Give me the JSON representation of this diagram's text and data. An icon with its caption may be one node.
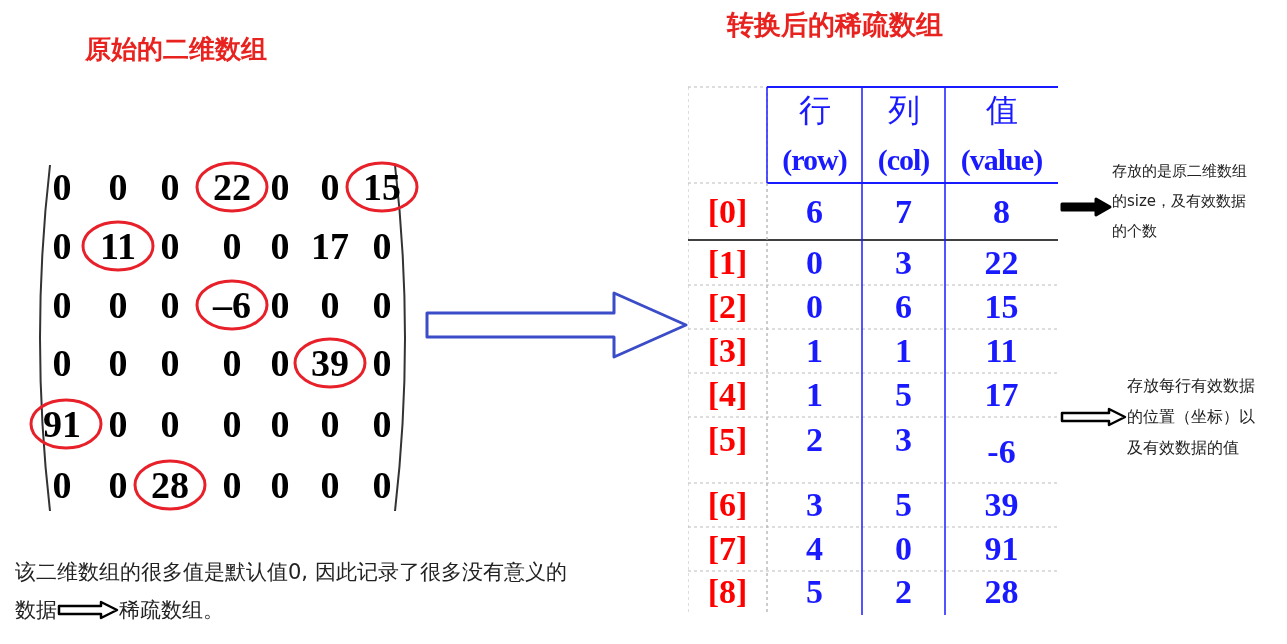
{
  "diagram": {
    "nodes": [
      {
        "text": [
          "原始的二维数组"
        ]
      },
      {
        "text": [
          "转换后的稀疏数组"
        ]
      },
      {
        "text": [
          "存放的是原二维数组的size，及有效数据的个数"
        ]
      },
      {
        "text": [
          "存放每行有效数据的位置（坐标）以及有效数据的值"
        ]
      },
      {
        "text": [
          "该二维数组的很多值是默认值0, 因此记录了很多没有意义的数据"
        ]
      },
      {
        "text": [
          "稀疏数组。"
        ]
      }
    ],
    "edges": [
      {
        "from": 0,
        "to": 1,
        "arrow": "to",
        "style": "thick",
        "color": "#3b4cc8"
      },
      {
        "from": 1,
        "to": 2,
        "arrow": "to",
        "style": "thick"
      },
      {
        "from": 1,
        "to": 3,
        "arrow": "to",
        "style": "thick"
      },
      {
        "from": 4,
        "to": 5,
        "arrow": "to",
        "style": "thick"
      }
    ],
    "labels": [
      "0",
      "0",
      "0",
      "22",
      "0",
      "0",
      "15",
      "0",
      "11",
      "0",
      "0",
      "0",
      "17",
      "0",
      "0",
      "0",
      "0",
      "–6",
      "0",
      "0",
      "0",
      "0",
      "0",
      "0",
      "0",
      "0",
      "39",
      "0",
      "91",
      "0",
      "0",
      "0",
      "0",
      "0",
      "0",
      "0",
      "0",
      "28",
      "0",
      "0",
      "0",
      "0",
      "行",
      "(row)",
      "列",
      "(col)",
      "值",
      "(value)",
      "[0]",
      "6",
      "7",
      "8",
      "[1]",
      "0",
      "3",
      "22",
      "[2]",
      "0",
      "6",
      "15",
      "[3]",
      "1",
      "1",
      "11",
      "[4]",
      "1",
      "5",
      "17",
      "[5]",
      "2",
      "3",
      "-6",
      "[6]",
      "3",
      "5",
      "39",
      "[7]",
      "4",
      "0",
      "91",
      "[8]",
      "5",
      "2",
      "28"
    ]
  }
}
